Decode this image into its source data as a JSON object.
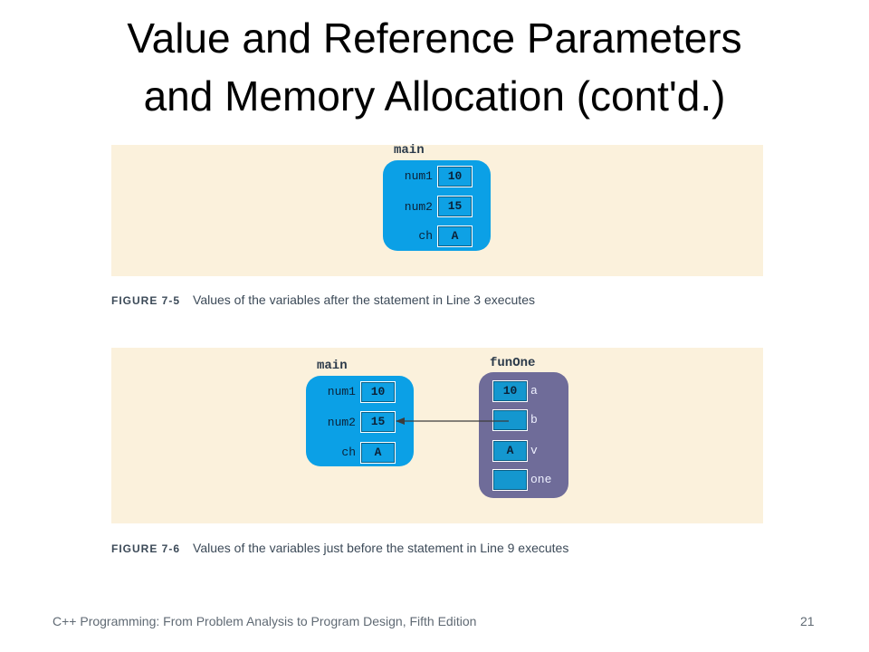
{
  "slide": {
    "title_line1": "Value and Reference Parameters",
    "title_line2": "and Memory Allocation (cont'd.)",
    "footer_text": "C++ Programming: From Problem Analysis to Program Design, Fifth Edition",
    "page_number": "21"
  },
  "figure1": {
    "caption_label": "FIGURE 7-5",
    "caption_text": "Values of the variables after the statement in Line 3 executes",
    "main_label": "main",
    "vars": [
      {
        "name": "num1",
        "value": "10"
      },
      {
        "name": "num2",
        "value": "15"
      },
      {
        "name": "ch",
        "value": "A"
      }
    ]
  },
  "figure2": {
    "caption_label": "FIGURE 7-6",
    "caption_text": "Values of the variables just before the statement in Line 9 executes",
    "main_label": "main",
    "fun_label": "funOne",
    "main_vars": [
      {
        "name": "num1",
        "value": "10"
      },
      {
        "name": "num2",
        "value": "15"
      },
      {
        "name": "ch",
        "value": "A"
      }
    ],
    "fun_vars": [
      {
        "name": "a",
        "value": "10"
      },
      {
        "name": "b",
        "value": ""
      },
      {
        "name": "v",
        "value": "A"
      },
      {
        "name": "one",
        "value": ""
      }
    ]
  },
  "colors": {
    "main_frame": "#0ba0e6",
    "fun_frame": "#6f6c99",
    "panel_bg": "#fbf1dc"
  }
}
